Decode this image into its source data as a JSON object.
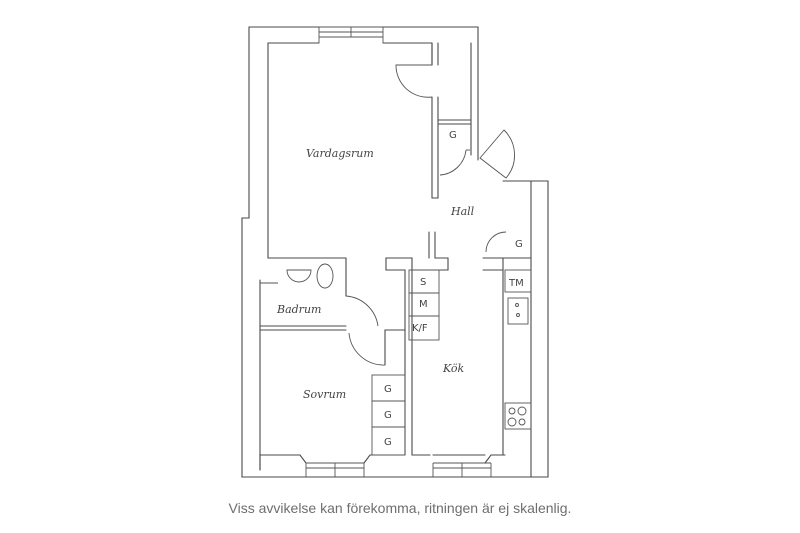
{
  "floorplan": {
    "rooms": {
      "vardagsrum": "Vardagsrum",
      "hall": "Hall",
      "badrum": "Badrum",
      "sovrum": "Sovrum",
      "kok": "Kök"
    },
    "fixtures": {
      "closet_upper": "G",
      "closet_hall": "G",
      "kitchen_s": "S",
      "kitchen_m": "M",
      "kitchen_kf": "K/F",
      "kitchen_tm": "TM",
      "closet_sovrum_1": "G",
      "closet_sovrum_2": "G",
      "closet_sovrum_3": "G"
    },
    "colors": {
      "line": "#4a4a4a",
      "caption": "#6e6e6e",
      "background": "#ffffff"
    }
  },
  "caption": "Viss avvikelse kan förekomma, ritningen är ej skalenlig."
}
